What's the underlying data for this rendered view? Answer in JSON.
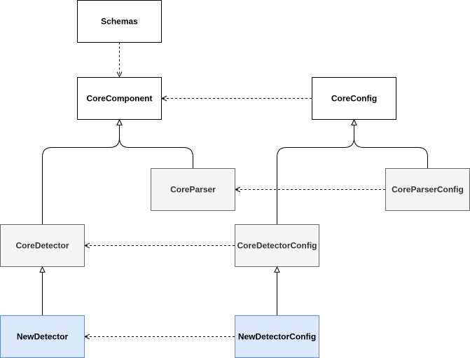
{
  "diagram": {
    "nodes": [
      {
        "id": "schemas",
        "label": "Schemas",
        "style": "plain"
      },
      {
        "id": "core_component",
        "label": "CoreComponent",
        "style": "plain"
      },
      {
        "id": "core_config",
        "label": "CoreConfig",
        "style": "plain"
      },
      {
        "id": "core_parser",
        "label": "CoreParser",
        "style": "grey"
      },
      {
        "id": "core_parser_config",
        "label": "CoreParserConfig",
        "style": "grey"
      },
      {
        "id": "core_detector",
        "label": "CoreDetector",
        "style": "grey"
      },
      {
        "id": "core_detector_config",
        "label": "CoreDetectorConfig",
        "style": "grey"
      },
      {
        "id": "new_detector",
        "label": "NewDetector",
        "style": "blue"
      },
      {
        "id": "new_detector_config",
        "label": "NewDetectorConfig",
        "style": "blue"
      }
    ],
    "edges": [
      {
        "from": "schemas",
        "to": "core_component",
        "kind": "dependency"
      },
      {
        "from": "core_config",
        "to": "core_component",
        "kind": "dependency"
      },
      {
        "from": "core_parser_config",
        "to": "core_parser",
        "kind": "dependency"
      },
      {
        "from": "core_detector_config",
        "to": "core_detector",
        "kind": "dependency"
      },
      {
        "from": "new_detector_config",
        "to": "new_detector",
        "kind": "dependency"
      },
      {
        "from": "core_detector",
        "to": "core_component",
        "kind": "inheritance"
      },
      {
        "from": "core_parser",
        "to": "core_component",
        "kind": "inheritance"
      },
      {
        "from": "core_detector_config",
        "to": "core_config",
        "kind": "inheritance"
      },
      {
        "from": "core_parser_config",
        "to": "core_config",
        "kind": "inheritance"
      },
      {
        "from": "new_detector",
        "to": "core_detector",
        "kind": "inheritance"
      },
      {
        "from": "new_detector_config",
        "to": "core_detector_config",
        "kind": "inheritance"
      }
    ],
    "colors": {
      "plain_fill": "#ffffff",
      "grey_fill": "#f5f5f5",
      "grey_stroke": "#666666",
      "grey_text": "#333333",
      "blue_fill": "#dae8fc",
      "blue_stroke": "#6c8ebf",
      "line": "#000000"
    }
  }
}
